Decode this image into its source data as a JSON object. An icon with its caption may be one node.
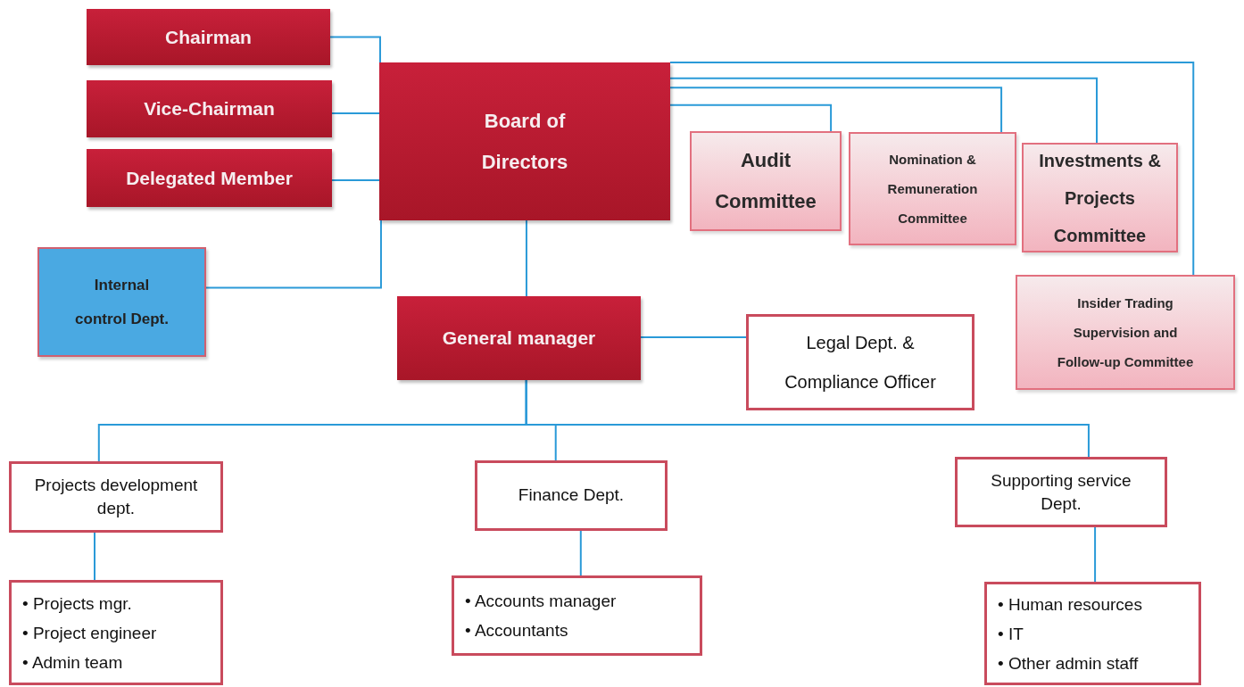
{
  "diagram": {
    "nodes": [
      {
        "text": [
          "Chairman"
        ]
      },
      {
        "text": [
          "Vice-Chairman"
        ]
      },
      {
        "text": [
          "Delegated Member"
        ]
      },
      {
        "text": [
          "Board of Directors"
        ]
      },
      {
        "text": [
          "Audit Committee"
        ]
      },
      {
        "text": [
          "Nomination & Remuneration Committee"
        ]
      },
      {
        "text": [
          "Investments & Projects Committee"
        ]
      },
      {
        "text": [
          "Internal control Dept."
        ]
      },
      {
        "text": [
          "General manager"
        ]
      },
      {
        "text": [
          "Legal Dept. & Compliance Officer"
        ]
      },
      {
        "text": [
          "Insider Trading Supervision and Follow-up Committee"
        ]
      },
      {
        "text": [
          "Projects development dept."
        ]
      },
      {
        "text": [
          "Finance Dept."
        ]
      },
      {
        "text": [
          "Supporting service Dept."
        ]
      },
      {
        "text": [
          "• Projects mgr.",
          "• Project engineer",
          "• Admin team"
        ]
      },
      {
        "text": [
          "• Accounts manager",
          "• Accountants"
        ]
      },
      {
        "text": [
          "• Human resources",
          "• IT",
          "• Other admin staff"
        ]
      }
    ],
    "edges": [
      {
        "from": 0,
        "to": 3,
        "arrow": "none"
      },
      {
        "from": 1,
        "to": 3,
        "arrow": "none"
      },
      {
        "from": 2,
        "to": 3,
        "arrow": "none"
      },
      {
        "from": 3,
        "to": 4,
        "arrow": "none"
      },
      {
        "from": 3,
        "to": 5,
        "arrow": "none"
      },
      {
        "from": 3,
        "to": 6,
        "arrow": "none"
      },
      {
        "from": 3,
        "to": 10,
        "arrow": "none"
      },
      {
        "from": 3,
        "to": 7,
        "arrow": "none"
      },
      {
        "from": 3,
        "to": 8,
        "arrow": "none"
      },
      {
        "from": 8,
        "to": 9,
        "arrow": "none"
      },
      {
        "from": 8,
        "to": 11,
        "arrow": "none"
      },
      {
        "from": 8,
        "to": 12,
        "arrow": "none"
      },
      {
        "from": 8,
        "to": 13,
        "arrow": "none"
      },
      {
        "from": 11,
        "to": 14,
        "arrow": "none"
      },
      {
        "from": 12,
        "to": 15,
        "arrow": "none"
      },
      {
        "from": 13,
        "to": 16,
        "arrow": "none"
      }
    ]
  }
}
